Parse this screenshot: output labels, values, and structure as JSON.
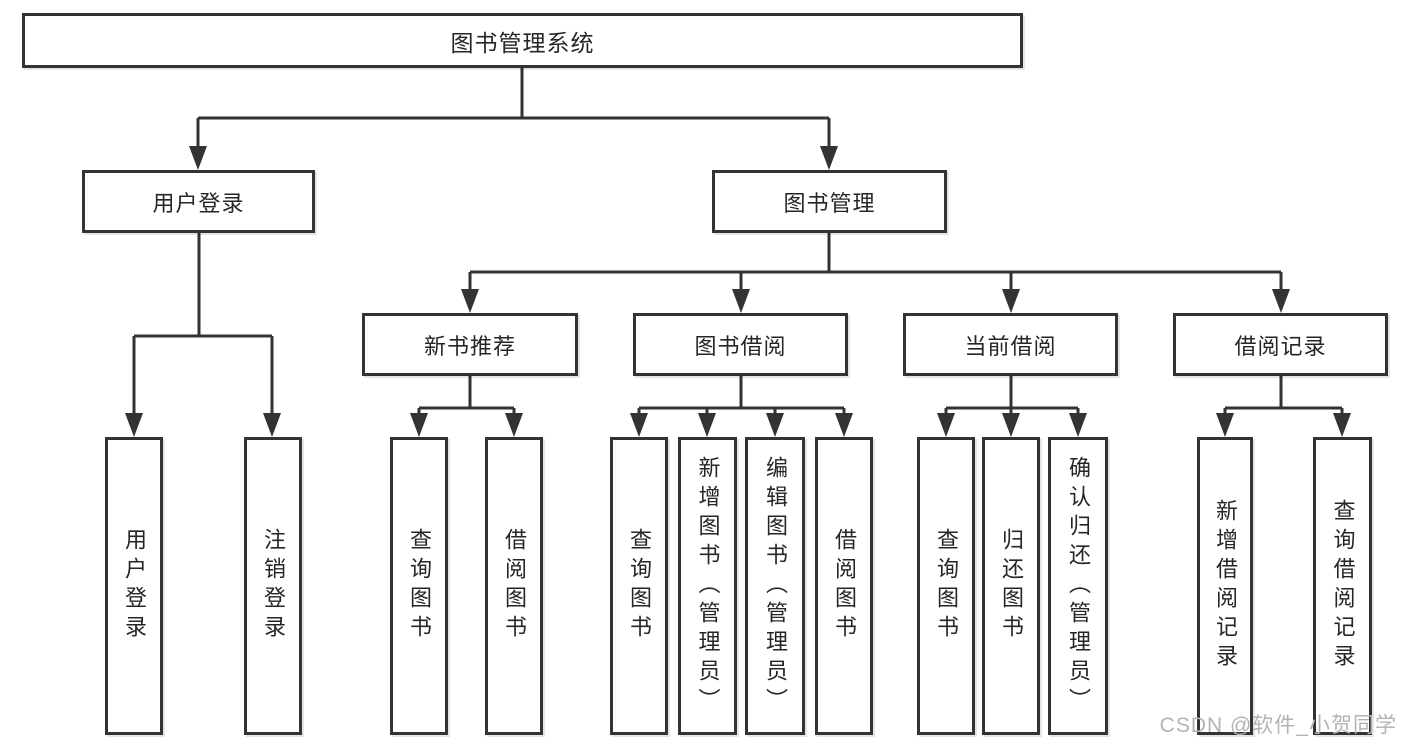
{
  "tree": {
    "root": {
      "label": "图书管理系统"
    },
    "children": [
      {
        "label": "用户登录",
        "children": [
          {
            "label": "用户登录"
          },
          {
            "label": "注销登录"
          }
        ]
      },
      {
        "label": "图书管理",
        "children": [
          {
            "label": "新书推荐",
            "children": [
              {
                "label": "查询图书"
              },
              {
                "label": "借阅图书"
              }
            ]
          },
          {
            "label": "图书借阅",
            "children": [
              {
                "label": "查询图书"
              },
              {
                "label": "新增图书（管理员）"
              },
              {
                "label": "编辑图书（管理员）"
              },
              {
                "label": "借阅图书"
              }
            ]
          },
          {
            "label": "当前借阅",
            "children": [
              {
                "label": "查询图书"
              },
              {
                "label": "归还图书"
              },
              {
                "label": "确认归还（管理员）"
              }
            ]
          },
          {
            "label": "借阅记录",
            "children": [
              {
                "label": "新增借阅记录"
              },
              {
                "label": "查询借阅记录"
              }
            ]
          }
        ]
      }
    ]
  },
  "watermark": {
    "text": "CSDN @软件_小贺同学"
  },
  "colors": {
    "line": "#333333",
    "text": "#262626",
    "watermark": "#b3b3b3",
    "background": "#ffffff"
  }
}
